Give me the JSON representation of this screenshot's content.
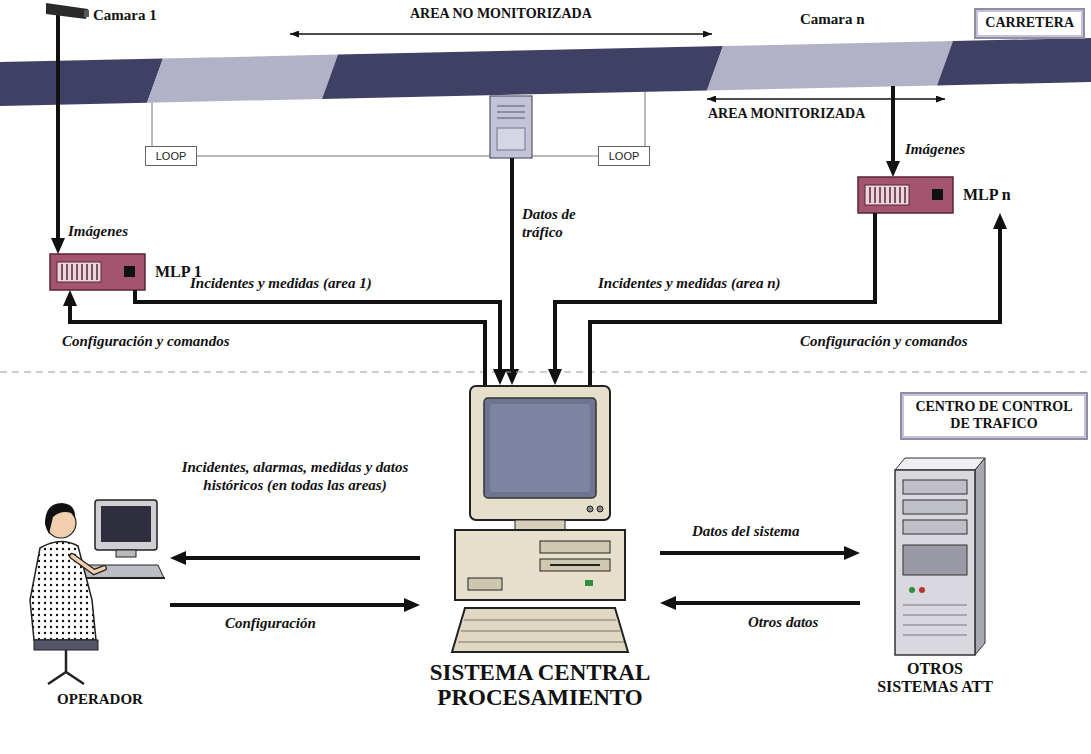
{
  "diagram": {
    "nodes": [
      {
        "text": [
          "Camara 1"
        ]
      },
      {
        "text": [
          "CARRETERA"
        ]
      },
      {
        "text": [
          "LOOP"
        ]
      },
      {
        "text": [
          "LOOP"
        ]
      },
      {
        "text": [
          "MLP 1"
        ]
      },
      {
        "text": [
          "MLP n"
        ]
      },
      {
        "text": [
          "CENTRO DE CONTROL DE TRAFICO"
        ]
      },
      {
        "text": [
          "SISTEMA CENTRAL PROCESAMIENTO"
        ]
      },
      {
        "text": [
          "OPERADOR"
        ]
      },
      {
        "text": [
          "OTROS SISTEMAS ATT"
        ]
      }
    ],
    "edges": [
      {
        "from": 0,
        "to": 4,
        "label": "Imágenes",
        "arrow": "to"
      },
      {
        "from": 4,
        "to": 7,
        "label": "Incidentes y medidas (area 1)",
        "arrow": "to"
      },
      {
        "from": 7,
        "to": 4,
        "label": "Configuración y comandos",
        "arrow": "to"
      },
      {
        "from": 5,
        "to": 7,
        "label": "Incidentes y medidas (area n)",
        "arrow": "to"
      },
      {
        "from": 7,
        "to": 5,
        "label": "Configuración y comandos",
        "arrow": "to"
      },
      {
        "from": 7,
        "to": 8,
        "label": "Incidentes, alarmas, medidas y datos históricos (en todas las areas)",
        "arrow": "to"
      },
      {
        "from": 8,
        "to": 7,
        "label": "Configuración",
        "arrow": "to"
      },
      {
        "from": 7,
        "to": 9,
        "label": "Datos del sistema",
        "arrow": "to"
      },
      {
        "from": 9,
        "to": 7,
        "label": "Otros datos",
        "arrow": "to"
      }
    ],
    "labels": [
      "AREA NO MONITORIZADA",
      "Camara n",
      "AREA MONITORIZADA",
      "Imágenes",
      "Datos de tráfico"
    ]
  }
}
